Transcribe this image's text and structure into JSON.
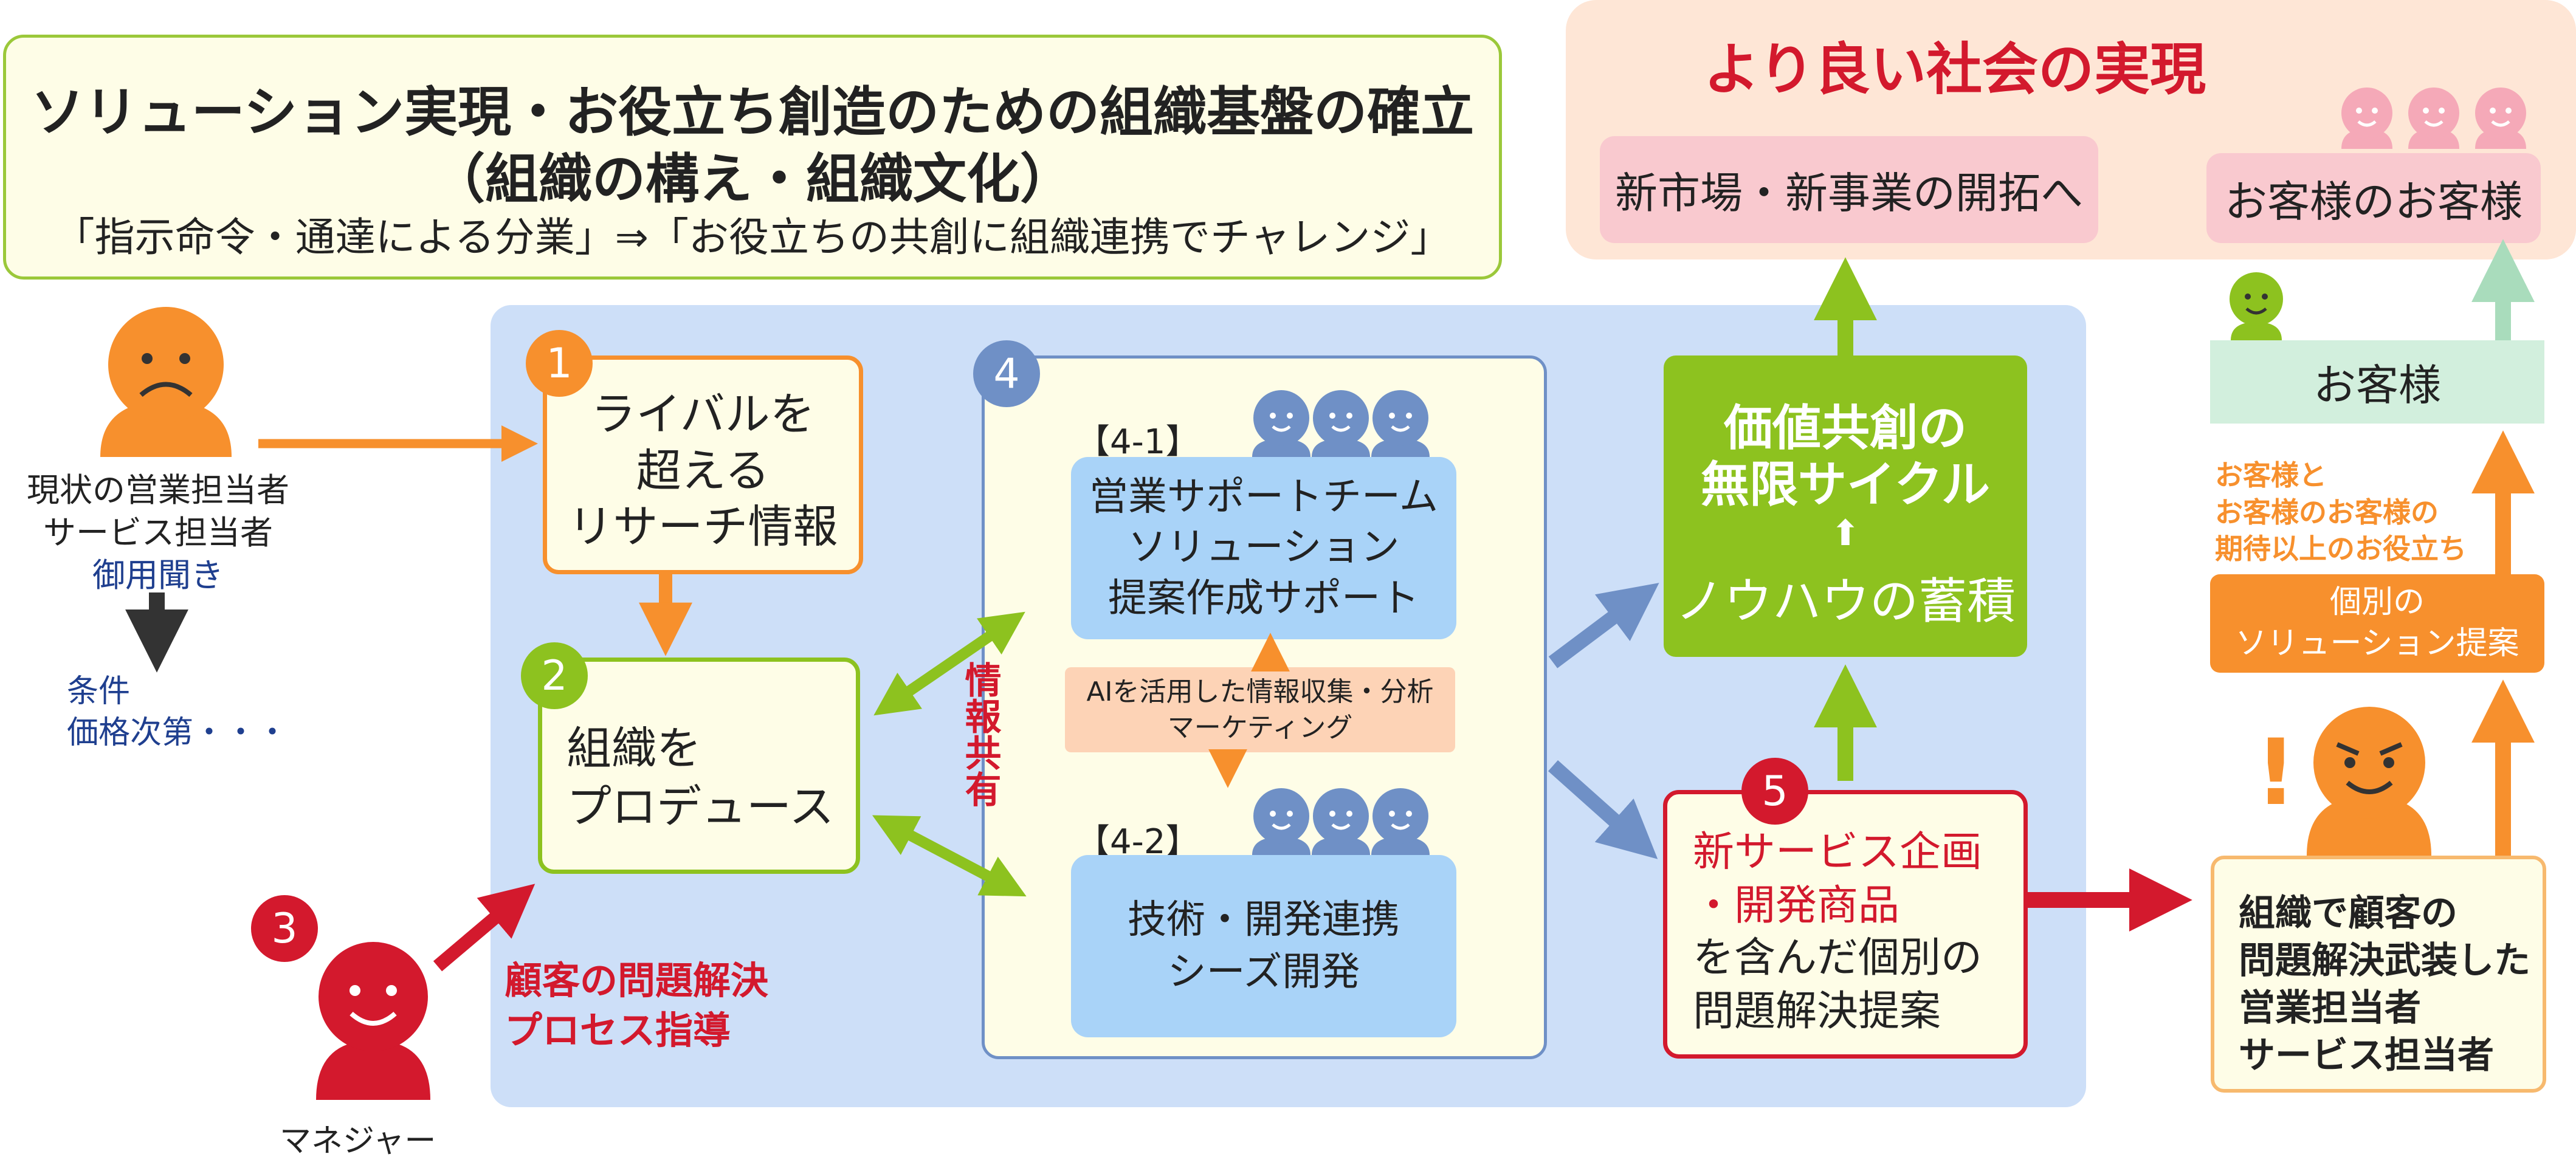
{
  "colors": {
    "orange": "#f7902d",
    "red": "#d3192d",
    "green": "#8dc21f",
    "steel_blue": "#6f90c6",
    "panel_blue": "#cddff8",
    "cream": "#fefde7",
    "light_blue_box": "#a9d3f8",
    "peach": "#fdddc8",
    "pink": "#f9c9cf",
    "mint": "#d2efdd"
  },
  "icons": [
    "sad-person-icon",
    "person-icon",
    "smile-person-icon",
    "determined-person-icon",
    "exclamation-icon",
    "down-arrow-icon",
    "people-group-icon"
  ],
  "title_box": {
    "main": "ソリューション実現・お役立ち創造のための組織基盤の確立",
    "sub": "（組織の構え・組織文化）",
    "note": "「指示命令・通達による分業」⇒「お役立ちの共創に組織連携でチャレンジ」"
  },
  "left": {
    "current_staff": "現状の営業担当者\nサービス担当者",
    "goyoukiki": "御用聞き",
    "conditions": "条件\n価格次第・・・",
    "manager": "マネジャー",
    "customer_guidance": "顧客の問題解決\nプロセス指導"
  },
  "steps": {
    "n1": "1",
    "rival": "ライバルを\n超える\nリサーチ情報",
    "n2": "2",
    "produce": "組織を\nプロデュース",
    "n3": "3",
    "n4": "4",
    "label_4_1": "【4-1】",
    "sales_support": "営業サポートチーム\nソリューション\n提案作成サポート",
    "ai": "AIを活用した情報収集・分析\nマーケティング",
    "label_4_2": "【4-2】",
    "tech": "技術・開発連携\nシーズ開発",
    "info_share": "情報共有",
    "n5": "5",
    "new_service_red": "新サービス企画\n・開発商品",
    "new_service_black": "を含んだ個別の\n問題解決提案"
  },
  "cycle": {
    "line1": "価値共創の",
    "line2": "無限サイクル",
    "arrow": "⬆",
    "line3": "ノウハウの蓄積"
  },
  "society": {
    "title": "より良い社会の実現",
    "new_market": "新市場・新事業の開拓へ",
    "customers_customers": "お客様のお客様"
  },
  "right": {
    "customer": "お客様",
    "beyond": "お客様と\nお客様のお客様の\n期待以上のお役立ち",
    "proposal": "個別の\nソリューション提案",
    "armed_staff": "組織で顧客の\n問題解決武装した\n営業担当者\nサービス担当者",
    "exclamation": "!"
  }
}
